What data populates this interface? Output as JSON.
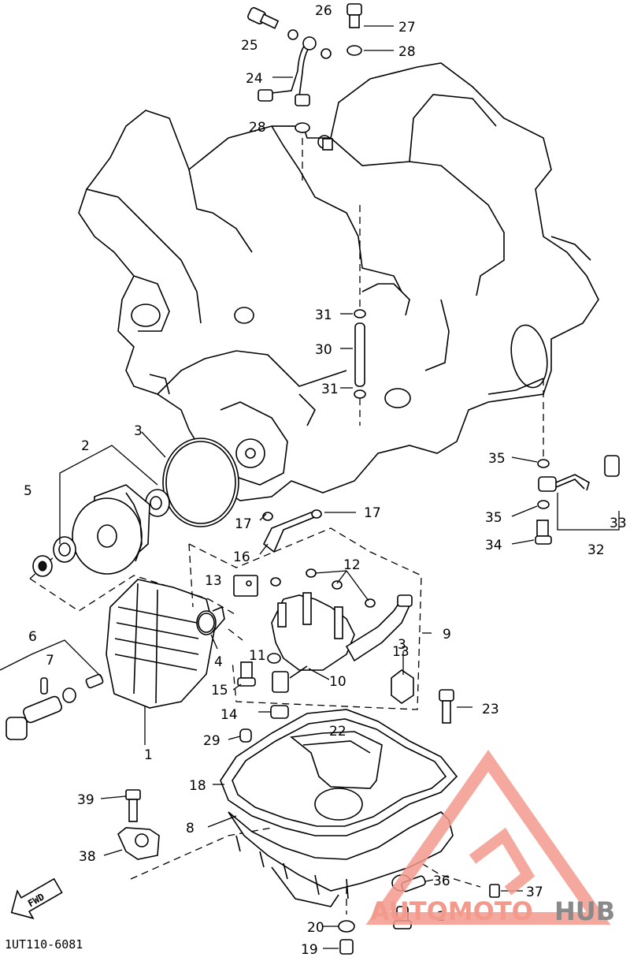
{
  "diagram": {
    "drawing_code": "1UT110-6081",
    "direction_label": "FWD",
    "callouts": [
      {
        "id": "c1",
        "text": "1"
      },
      {
        "id": "c2",
        "text": "2"
      },
      {
        "id": "c2b",
        "text": "2"
      },
      {
        "id": "c3",
        "text": "3"
      },
      {
        "id": "c3b",
        "text": "3"
      },
      {
        "id": "c4",
        "text": "4"
      },
      {
        "id": "c5",
        "text": "5"
      },
      {
        "id": "c6",
        "text": "6"
      },
      {
        "id": "c7",
        "text": "7"
      },
      {
        "id": "c8",
        "text": "8"
      },
      {
        "id": "c9",
        "text": "9"
      },
      {
        "id": "c10",
        "text": "10"
      },
      {
        "id": "c11",
        "text": "11"
      },
      {
        "id": "c12",
        "text": "12"
      },
      {
        "id": "c13",
        "text": "13"
      },
      {
        "id": "c13b",
        "text": "13"
      },
      {
        "id": "c14",
        "text": "14"
      },
      {
        "id": "c15",
        "text": "15"
      },
      {
        "id": "c16",
        "text": "16"
      },
      {
        "id": "c17",
        "text": "17"
      },
      {
        "id": "c17b",
        "text": "17"
      },
      {
        "id": "c18",
        "text": "18"
      },
      {
        "id": "c19",
        "text": "19"
      },
      {
        "id": "c20",
        "text": "20"
      },
      {
        "id": "c22",
        "text": "22"
      },
      {
        "id": "c23",
        "text": "23"
      },
      {
        "id": "c24",
        "text": "24"
      },
      {
        "id": "c25",
        "text": "25"
      },
      {
        "id": "c26",
        "text": "26"
      },
      {
        "id": "c27",
        "text": "27"
      },
      {
        "id": "c28",
        "text": "28"
      },
      {
        "id": "c28b",
        "text": "28"
      },
      {
        "id": "c29",
        "text": "29"
      },
      {
        "id": "c30",
        "text": "30"
      },
      {
        "id": "c31",
        "text": "31"
      },
      {
        "id": "c31b",
        "text": "31"
      },
      {
        "id": "c32",
        "text": "32"
      },
      {
        "id": "c33",
        "text": "33"
      },
      {
        "id": "c34",
        "text": "34"
      },
      {
        "id": "c35",
        "text": "35"
      },
      {
        "id": "c35b",
        "text": "35"
      },
      {
        "id": "c36",
        "text": "36"
      },
      {
        "id": "c37",
        "text": "37"
      },
      {
        "id": "c38",
        "text": "38"
      },
      {
        "id": "c39",
        "text": "39"
      }
    ]
  },
  "watermark": {
    "word_accent": "AUTOMOTO",
    "word_dark": "HUB",
    "accent_color": "#f39a8d",
    "dark_color": "#8a8a8a"
  }
}
